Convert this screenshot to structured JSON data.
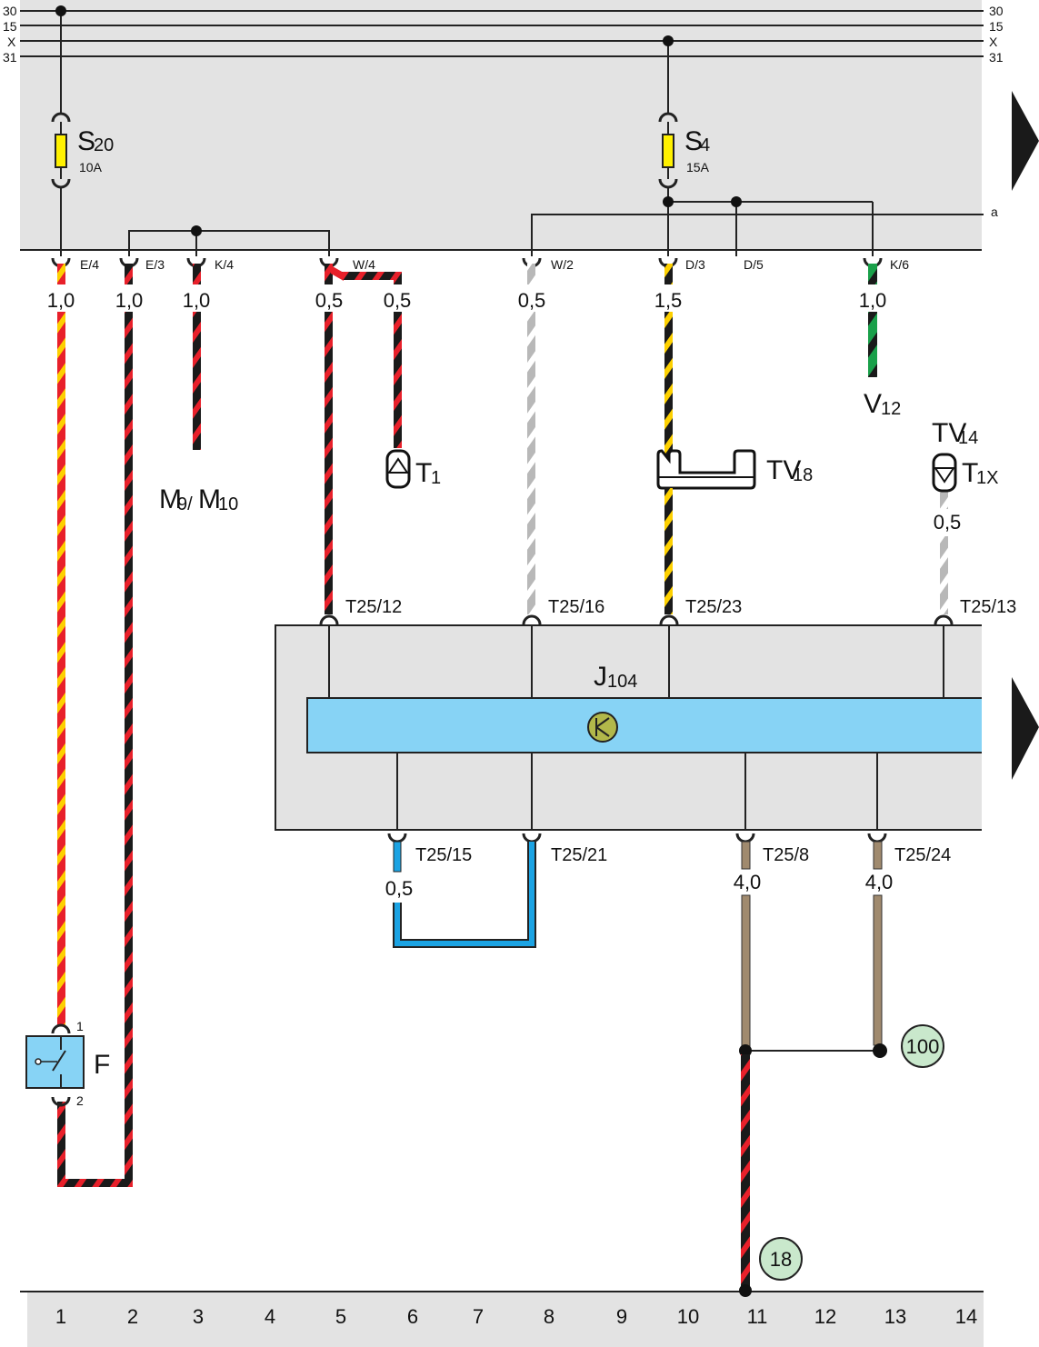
{
  "buses": {
    "left": [
      "30",
      "15",
      "X",
      "31"
    ],
    "right": [
      "30",
      "15",
      "X",
      "31"
    ],
    "tap_a": "a"
  },
  "fuses": [
    {
      "id": "S20",
      "letter": "S",
      "sub": "20",
      "rating": "10A"
    },
    {
      "id": "S4",
      "letter": "S",
      "sub": "4",
      "rating": "15A"
    }
  ],
  "connectors": [
    "E/4",
    "E/3",
    "K/4",
    "W/4",
    "W/2",
    "D/3",
    "D/5",
    "K/6"
  ],
  "gauges": {
    "g1": "1,0",
    "g2": "1,0",
    "g3": "1,0",
    "g5": "0,5",
    "g6": "0,5",
    "g8": "0,5",
    "g10": "1,5",
    "g12": "1,0",
    "g14": "0,5",
    "g_blue": "0,5",
    "g_b11": "4,0",
    "g_b13": "4,0"
  },
  "components": {
    "m9_main": "M",
    "m9_sub": "9/",
    "m10_main": "M",
    "m10_sub": "10",
    "t1_main": "T",
    "t1_sub": "1",
    "tv18_main": "TV",
    "tv18_sub": "18",
    "v12_main": "V",
    "v12_sub": "12",
    "tv14_main": "TV",
    "tv14_sub": "14",
    "t1x_main": "T",
    "t1x_sub": "1X",
    "j104_main": "J",
    "j104_sub": "104",
    "f_label": "F",
    "f_pin1": "1",
    "f_pin2": "2"
  },
  "pins_top": [
    "T25/12",
    "T25/16",
    "T25/23",
    "T25/13"
  ],
  "pins_bottom": [
    "T25/15",
    "T25/21",
    "T25/8",
    "T25/24"
  ],
  "grounds": [
    "100",
    "18"
  ],
  "columns": [
    "1",
    "2",
    "3",
    "4",
    "5",
    "6",
    "7",
    "8",
    "9",
    "10",
    "11",
    "12",
    "13",
    "14"
  ],
  "colors": {
    "panel": "#e3e3e3",
    "module": "#87d3f5",
    "fuse": "#fff100",
    "red": "#e8202a",
    "yellow": "#fdd000",
    "green": "#1aa04a",
    "blue": "#1ba3e3",
    "brown": "#a08a6e",
    "grey": "#c4c4c4",
    "ground_fill": "#c9e8cc",
    "transistor": "#b2b84a",
    "arrow": "#1a1a1a"
  }
}
